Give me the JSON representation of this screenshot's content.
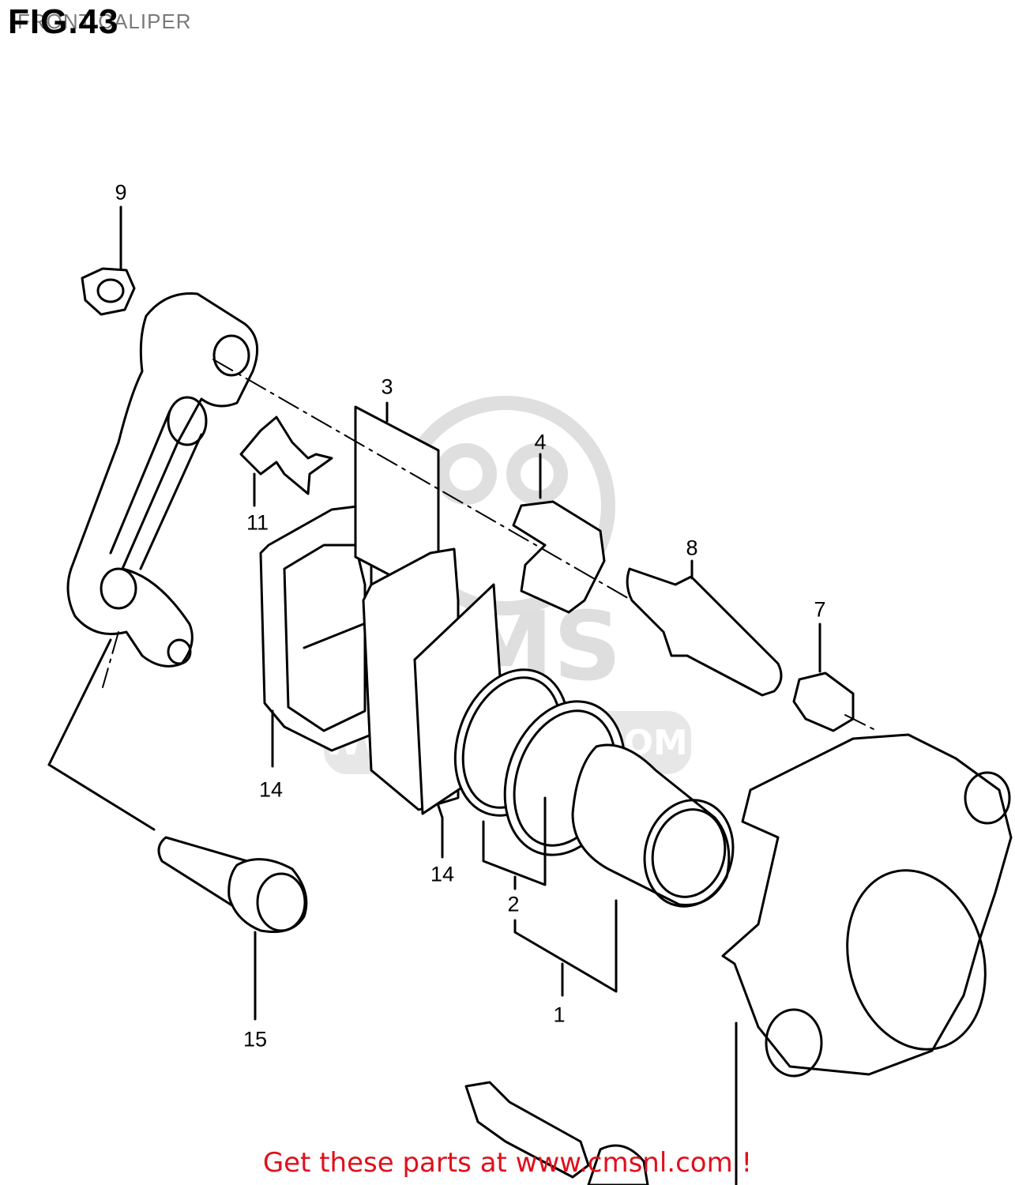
{
  "figure": {
    "title": "FIG.43",
    "subtitle": "FRONT CALIPER"
  },
  "watermark": {
    "text": "CMS",
    "url_text": "WWW.CMSNL.COM"
  },
  "callouts": [
    {
      "id": "1",
      "label": "1"
    },
    {
      "id": "2",
      "label": "2"
    },
    {
      "id": "3",
      "label": "3"
    },
    {
      "id": "4",
      "label": "4"
    },
    {
      "id": "7",
      "label": "7"
    },
    {
      "id": "8",
      "label": "8"
    },
    {
      "id": "9",
      "label": "9"
    },
    {
      "id": "11",
      "label": "11"
    },
    {
      "id": "14a",
      "label": "14"
    },
    {
      "id": "14b",
      "label": "14"
    },
    {
      "id": "15",
      "label": "15"
    }
  ],
  "footer": {
    "text": "Get these parts at www.cmsnl.com !",
    "color": "#e0101c"
  },
  "colors": {
    "line": "#000000",
    "watermark": "#d8d8d8",
    "subtitle": "#7a7a7a"
  }
}
